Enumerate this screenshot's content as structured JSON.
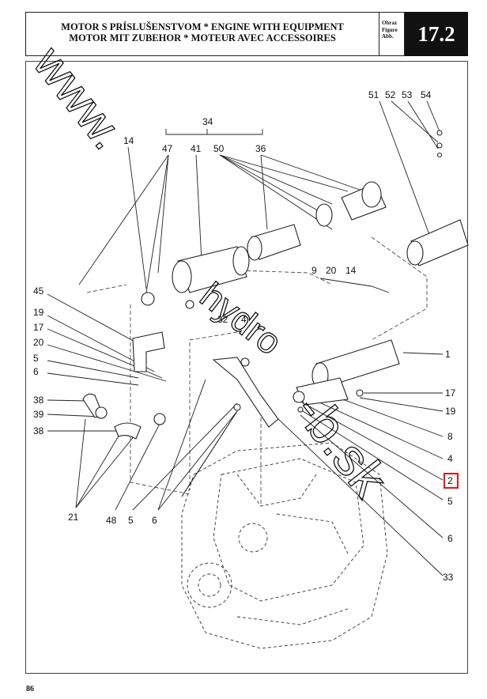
{
  "header": {
    "title_line1": "MOTOR S PRÍSLUŠENSTVOM * ENGINE WITH EQUIPMENT",
    "title_line2": "MOTOR MIT ZUBEHOR * MOTEUR AVEC ACCESSOIRES",
    "label_lines": [
      "Obraz",
      "Figure",
      "Abb."
    ],
    "figure_number": "17.2"
  },
  "page_number": "86",
  "watermarks": [
    "www.",
    "hydro",
    "-b.sk",
    "hydro-b.sk"
  ],
  "callouts": {
    "top": [
      "34",
      "14",
      "47",
      "41",
      "50",
      "36",
      "51",
      "52",
      "53",
      "54",
      "9",
      "20",
      "14",
      "32",
      "4"
    ],
    "left": [
      "45",
      "19",
      "17",
      "20",
      "5",
      "6",
      "38",
      "39",
      "38"
    ],
    "right": [
      "1",
      "17",
      "19",
      "8",
      "4",
      "2",
      "5",
      "6",
      "33"
    ],
    "bottom": [
      "21",
      "48",
      "5",
      "6"
    ]
  },
  "highlighted_callout": "2",
  "colors": {
    "highlight": "#e01818",
    "ink": "#111111",
    "header_fill": "#111111"
  }
}
